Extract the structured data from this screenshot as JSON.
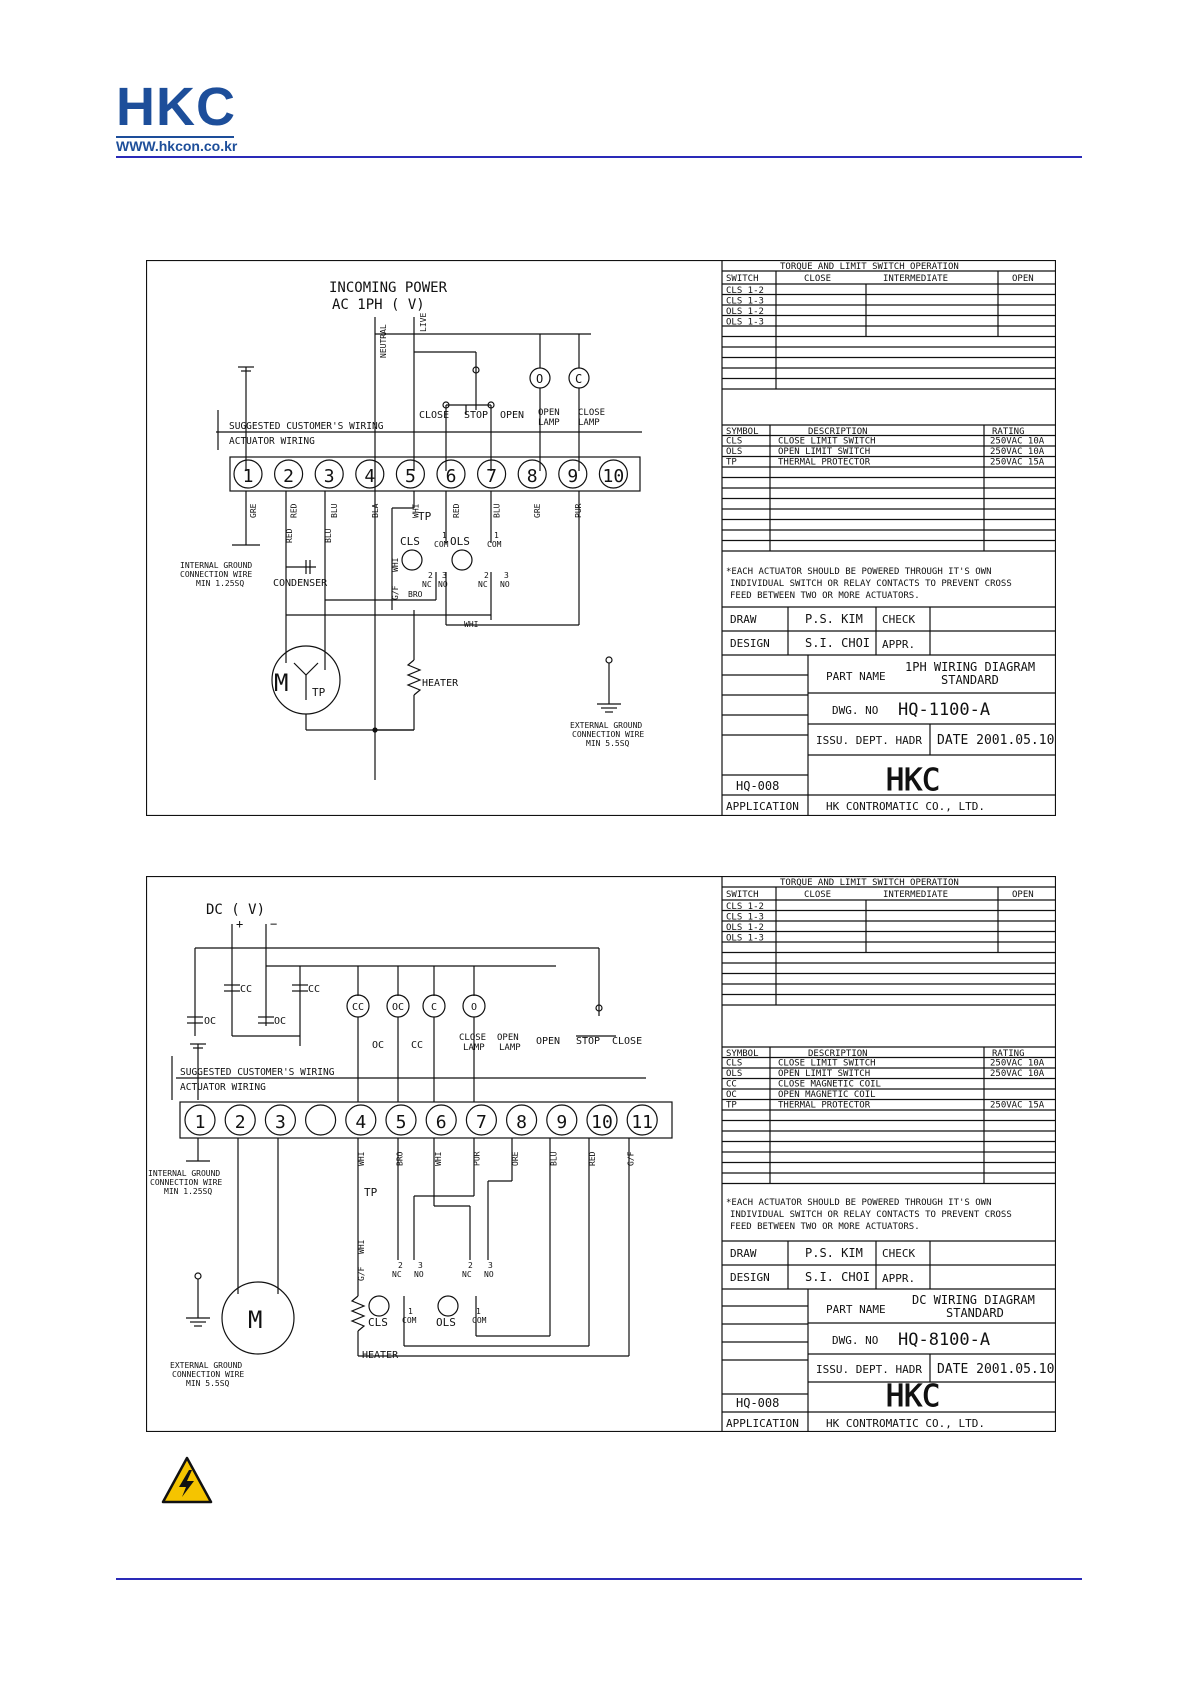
{
  "header": {
    "brand": "HKC",
    "url": "WWW.hkcon.co.kr"
  },
  "d1": {
    "power_title": "INCOMING POWER",
    "power_sub": "AC  1PH  (      V)",
    "wire_neutral": "NEUTRAL",
    "wire_live": "LIVE",
    "lbl_close": "CLOSE",
    "lbl_stop": "STOP",
    "lbl_open": "OPEN",
    "lbl_open_lamp_1": "OPEN",
    "lbl_open_lamp_2": "LAMP",
    "lbl_close_lamp_1": "CLOSE",
    "lbl_close_lamp_2": "LAMP",
    "lamp_o": "O",
    "lamp_c": "C",
    "customer_wiring": "SUGGESTED CUSTOMER'S WIRING",
    "actuator_wiring": "ACTUATOR WIRING",
    "terminals": [
      "1",
      "2",
      "3",
      "4",
      "5",
      "6",
      "7",
      "8",
      "9",
      "10"
    ],
    "wire_colors": [
      "GRE",
      "RED",
      "BLU",
      "BLA",
      "WHI",
      "RED",
      "BLU",
      "GRE",
      "PUR"
    ],
    "red2": "RED",
    "blu2": "BLU",
    "ig1": "INTERNAL GROUND",
    "ig2": "CONNECTION WIRE",
    "ig3": "MIN 1.25SQ",
    "condenser": "CONDENSER",
    "tp": "TP",
    "cls": "CLS",
    "ols": "OLS",
    "c1": "1",
    "com": "COM",
    "c2": "2",
    "c3": "3",
    "nc": "NC",
    "no": "NO",
    "whi": "WHI",
    "gf": "G/F",
    "bro": "BRO",
    "motor": "M",
    "heater": "HEATER",
    "eg1": "EXTERNAL GROUND",
    "eg2": "CONNECTION WIRE",
    "eg3": "MIN 5.5SQ"
  },
  "d2": {
    "power_title": "DC  (      V)",
    "plus": "+",
    "minus": "−",
    "cc": "CC",
    "oc": "OC",
    "lamp_cc": "CC",
    "lamp_oc": "OC",
    "lamp_c": "C",
    "lamp_o": "O",
    "lbl_close_lamp_1": "CLOSE",
    "lbl_close_lamp_2": "LAMP",
    "lbl_open_lamp_1": "OPEN",
    "lbl_open_lamp_2": "LAMP",
    "lbl_open": "OPEN",
    "lbl_stop": "STOP",
    "lbl_close": "CLOSE",
    "customer_wiring": "SUGGESTED CUSTOMER'S WIRING",
    "actuator_wiring": "ACTUATOR WIRING",
    "terminals": [
      "1",
      "2",
      "3",
      "",
      "4",
      "5",
      "6",
      "7",
      "8",
      "9",
      "10",
      "11"
    ],
    "wire_colors": [
      "WHI",
      "BRO",
      "WHI",
      "PUR",
      "ORE",
      "BLU",
      "RED",
      "G/F"
    ],
    "ig1": "INTERNAL GROUND",
    "ig2": "CONNECTION WIRE",
    "ig3": "MIN 1.25SQ",
    "tp": "TP",
    "whi": "WHI",
    "gf": "G/F",
    "cls": "CLS",
    "ols": "OLS",
    "c1": "1",
    "com": "COM",
    "c2": "2",
    "c3": "3",
    "nc": "NC",
    "no": "NO",
    "motor": "M",
    "heater": "HEATER",
    "eg1": "EXTERNAL GROUND",
    "eg2": "CONNECTION WIRE",
    "eg3": "MIN 5.5SQ"
  },
  "tb1": {
    "op_title": "TORQUE  AND  LIMIT  SWITCH  OPERATION",
    "col_switch": "SWITCH",
    "col_close": "CLOSE",
    "col_inter": "INTERMEDIATE",
    "col_open": "OPEN",
    "switch_rows": [
      "CLS  1-2",
      "CLS  1-3",
      "OLS  1-2",
      "OLS  1-3"
    ],
    "sym_header": [
      "SYMBOL",
      "DESCRIPTION",
      "RATING"
    ],
    "symbols": [
      [
        "CLS",
        "CLOSE  LIMIT  SWITCH",
        "250VAC  10A"
      ],
      [
        "OLS",
        "OPEN  LIMIT  SWITCH",
        "250VAC  10A"
      ],
      [
        "TP",
        "THERMAL  PROTECTOR",
        "250VAC  15A"
      ]
    ],
    "note_1": "*EACH ACTUATOR SHOULD BE POWERED THROUGH IT'S OWN",
    "note_2": "INDIVIDUAL SWITCH OR RELAY CONTACTS TO PREVENT CROSS",
    "note_3": "FEED BETWEEN TWO OR MORE ACTUATORS.",
    "draw": "DRAW",
    "draw_val": "P.S. KIM",
    "check": "CHECK",
    "design": "DESIGN",
    "design_val": "S.I. CHOI",
    "appr": "APPR.",
    "part_name": "PART NAME",
    "part_1": "1PH WIRING DIAGRAM",
    "part_2": "STANDARD",
    "dwg_no": "DWG. NO",
    "dwg_val": "HQ-1100-A",
    "issu": "ISSU. DEPT. HADR",
    "date": "DATE 2001.05.10",
    "ref": "HQ-008",
    "application": "APPLICATION",
    "company_big": "HKC",
    "company": "HK CONTROMATIC  CO.,  LTD."
  },
  "tb2": {
    "op_title": "TORQUE  AND  LIMIT  SWITCH  OPERATION",
    "col_switch": "SWITCH",
    "col_close": "CLOSE",
    "col_inter": "INTERMEDIATE",
    "col_open": "OPEN",
    "switch_rows": [
      "CLS  1-2",
      "CLS  1-3",
      "OLS  1-2",
      "OLS  1-3"
    ],
    "sym_header": [
      "SYMBOL",
      "DESCRIPTION",
      "RATING"
    ],
    "symbols": [
      [
        "CLS",
        "CLOSE  LIMIT  SWITCH",
        "250VAC  10A"
      ],
      [
        "OLS",
        "OPEN  LIMIT  SWITCH",
        "250VAC  10A"
      ],
      [
        "CC",
        "CLOSE  MAGNETIC  COIL",
        ""
      ],
      [
        "OC",
        "OPEN  MAGNETIC  COIL",
        ""
      ],
      [
        "TP",
        "THERMAL  PROTECTOR",
        "250VAC  15A"
      ]
    ],
    "note_1": "*EACH ACTUATOR SHOULD BE POWERED THROUGH IT'S OWN",
    "note_2": "INDIVIDUAL SWITCH OR RELAY CONTACTS TO PREVENT CROSS",
    "note_3": "FEED BETWEEN TWO OR MORE ACTUATORS.",
    "draw": "DRAW",
    "draw_val": "P.S. KIM",
    "check": "CHECK",
    "design": "DESIGN",
    "design_val": "S.I. CHOI",
    "appr": "APPR.",
    "part_name": "PART NAME",
    "part_1": "DC WIRING DIAGRAM",
    "part_2": "STANDARD",
    "dwg_no": "DWG. NO",
    "dwg_val": "HQ-8100-A",
    "issu": "ISSU. DEPT. HADR",
    "date": "DATE 2001.05.10",
    "ref": "HQ-008",
    "application": "APPLICATION",
    "company_big": "HKC",
    "company": "HK CONTROMATIC  CO.,  LTD."
  },
  "colors": {
    "brand": "#1d4e9a",
    "rule": "#2a2ab8",
    "warning": "#f5c400"
  },
  "icons": {
    "warning": "high-voltage-warning-icon"
  }
}
